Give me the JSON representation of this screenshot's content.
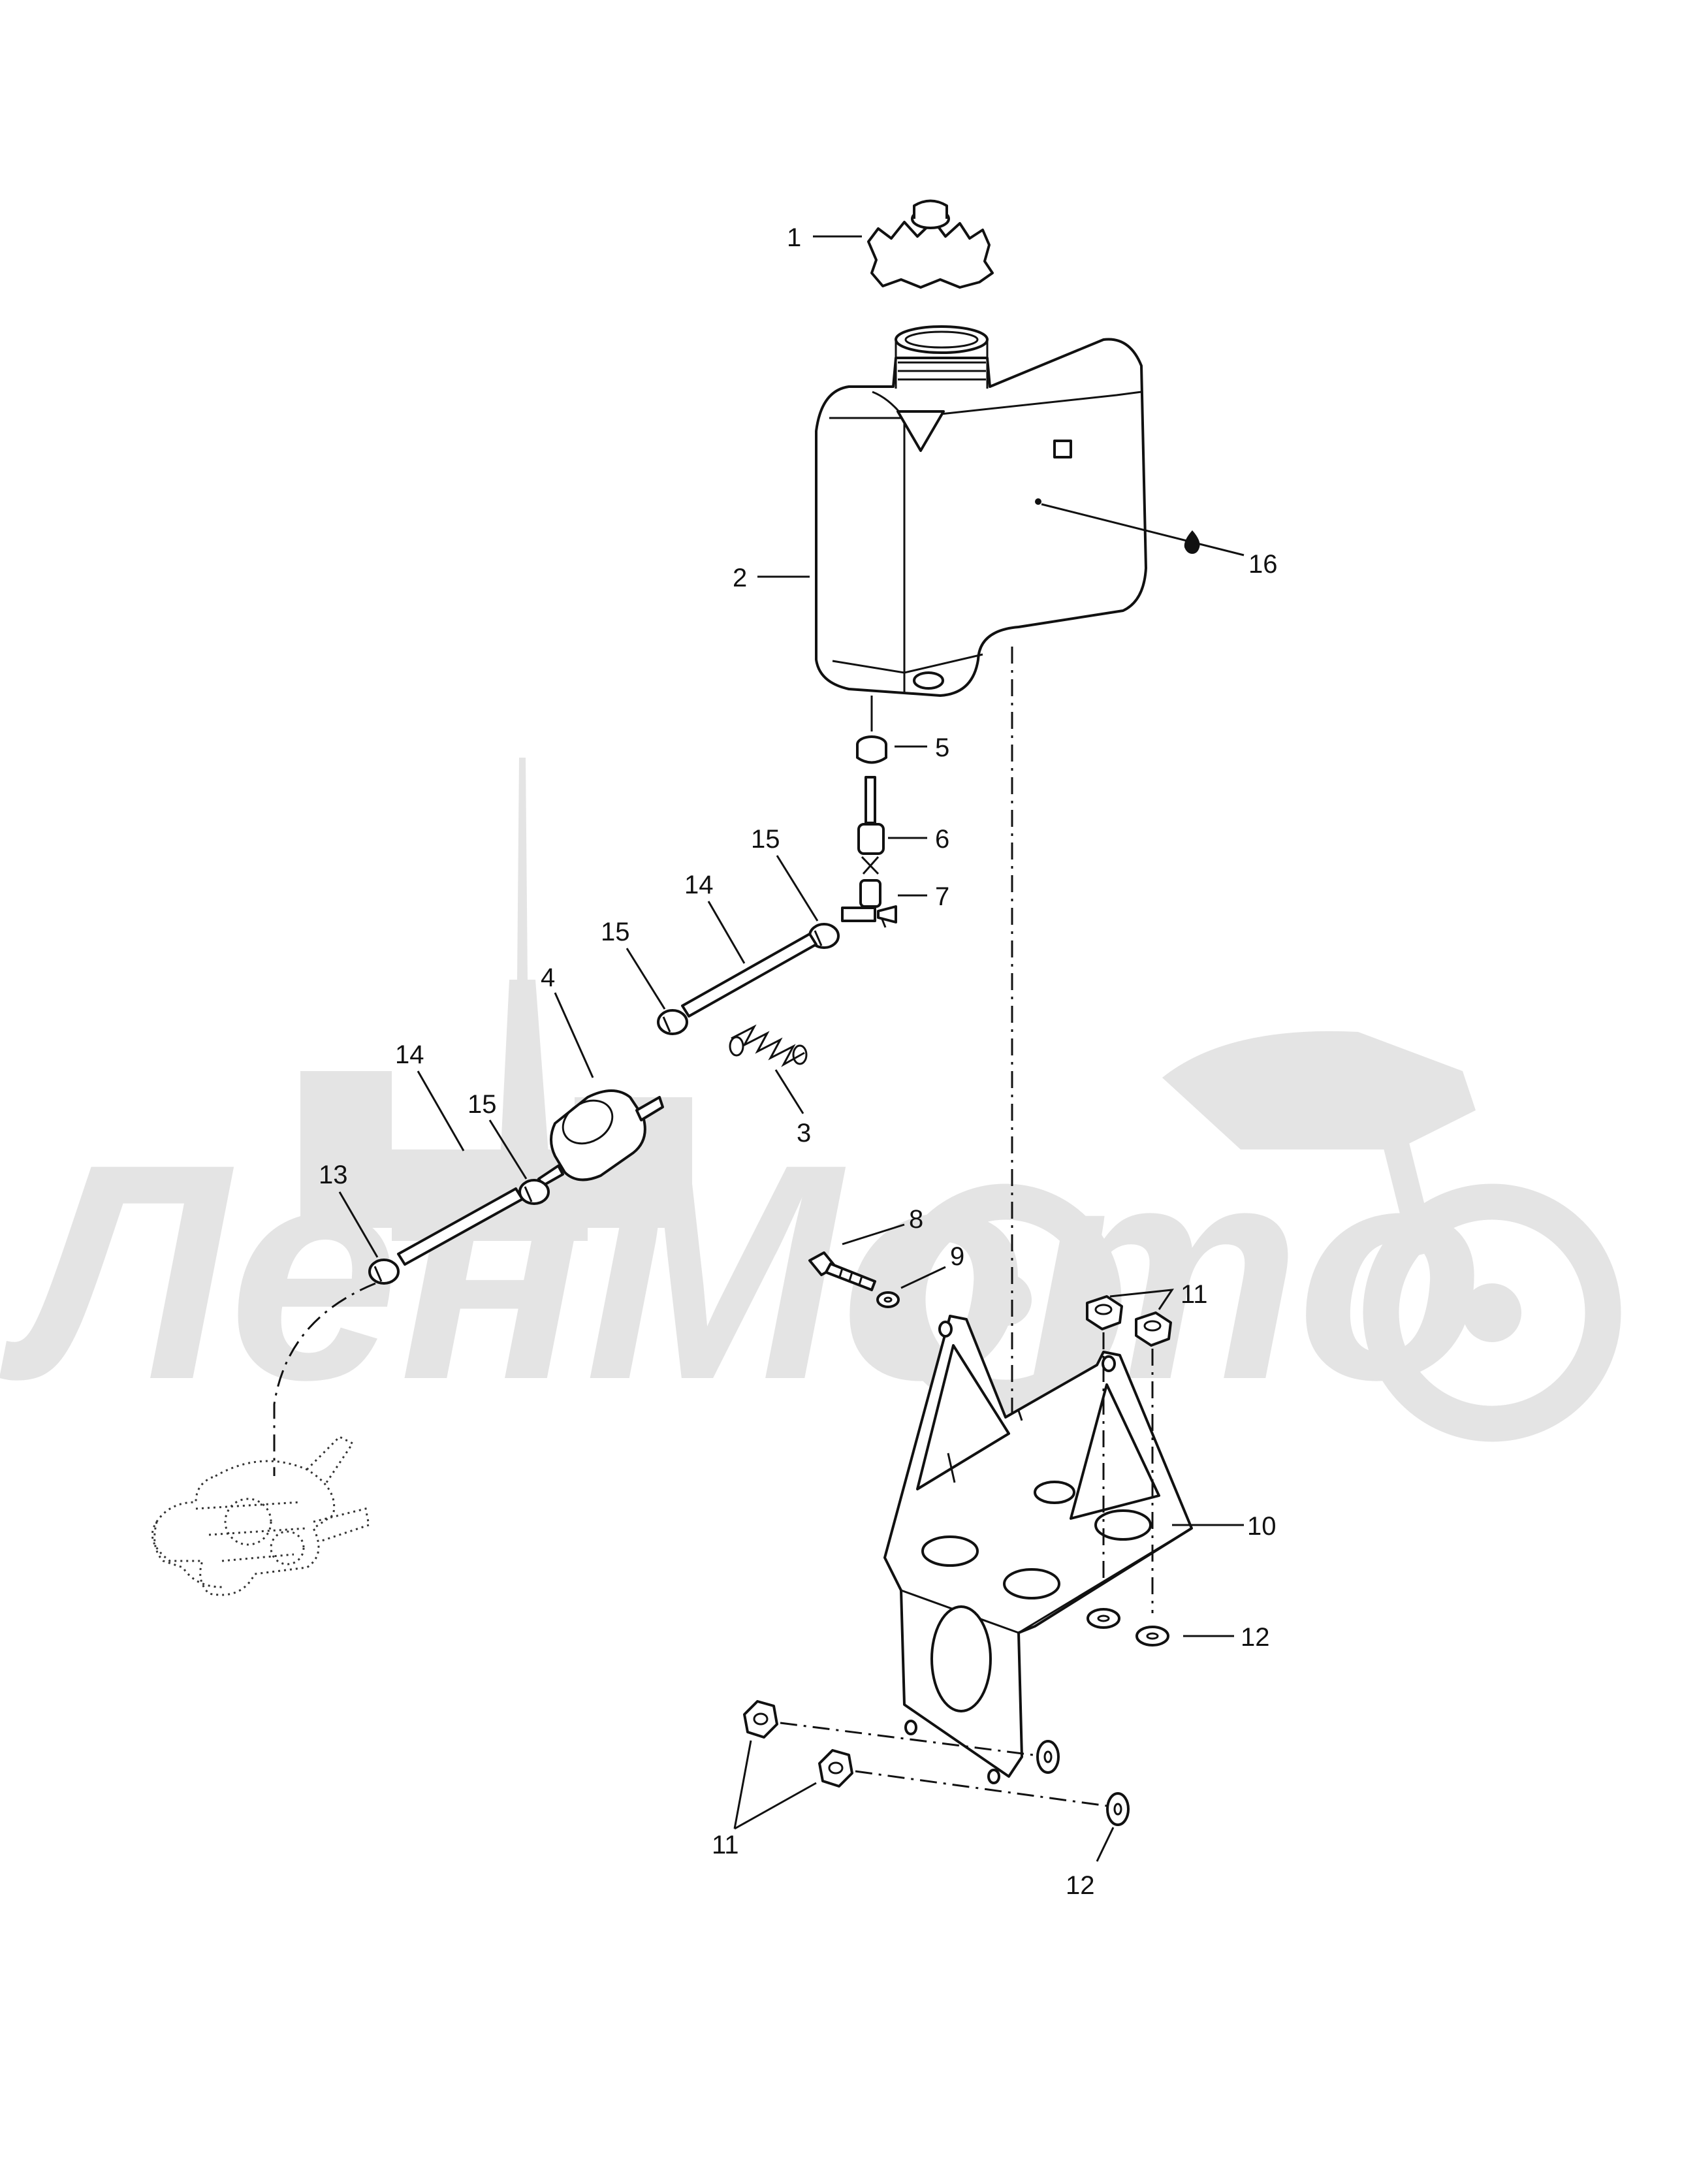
{
  "watermark": {
    "text": "ЛенМото",
    "color": "#e4e4e4"
  },
  "callouts": {
    "c1": "1",
    "c2": "2",
    "c3": "3",
    "c4": "4",
    "c5": "5",
    "c6": "6",
    "c7": "7",
    "c8": "8",
    "c9": "9",
    "c10": "10",
    "c11a": "11",
    "c11b": "11",
    "c12a": "12",
    "c12b": "12",
    "c13": "13",
    "c14a": "14",
    "c14b": "14",
    "c15a": "15",
    "c15b": "15",
    "c15c": "15",
    "c16": "16"
  },
  "colors": {
    "line": "#111111",
    "background": "#ffffff"
  }
}
